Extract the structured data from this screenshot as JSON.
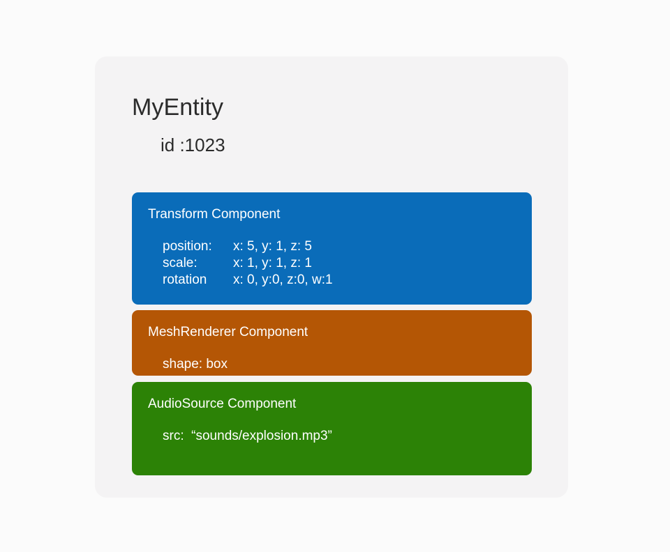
{
  "entity": {
    "name": "MyEntity",
    "id_label": "id :1023"
  },
  "components": [
    {
      "key": "transform",
      "title": "Transform Component",
      "color": "#0a6cb9",
      "rows": [
        {
          "key": "position:",
          "value": "x: 5, y: 1, z: 5"
        },
        {
          "key": "scale:",
          "value": "x: 1, y: 1, z: 1"
        },
        {
          "key": "rotation",
          "value": "x: 0, y:0, z:0, w:1"
        }
      ]
    },
    {
      "key": "mesh",
      "title": "MeshRenderer Component",
      "color": "#b45605",
      "rows": [
        {
          "key": "shape: box",
          "value": ""
        }
      ]
    },
    {
      "key": "audio",
      "title": "AudioSource Component",
      "color": "#2c8206",
      "rows": [
        {
          "key": "src:  “sounds/explosion.mp3”",
          "value": ""
        }
      ]
    }
  ],
  "theme": {
    "page_background": "#fbfbfb",
    "card_background": "#f4f3f4",
    "title_color": "#2b2b2b",
    "component_text_color": "#ffffff"
  }
}
